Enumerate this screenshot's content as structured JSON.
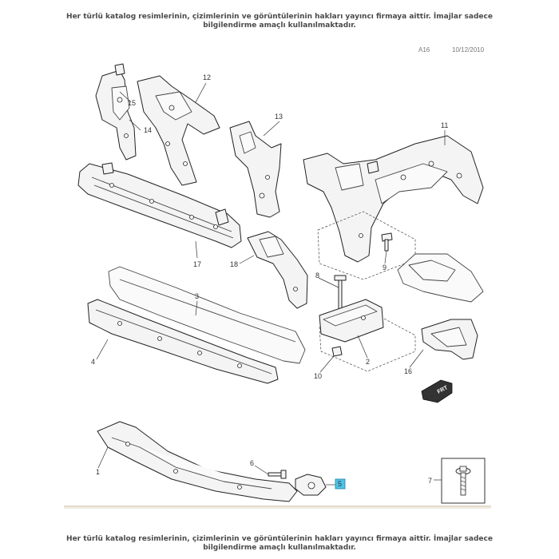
{
  "disclaimer": {
    "line1": "Her türlü katalog resimlerinin, çizimlerinin ve görüntülerinin hakları yayıncı firmaya aittir. İmajlar sadece",
    "line2": "bilgilendirme amaçlı kullanılmaktadır."
  },
  "header": {
    "ref": "A16",
    "date": "10/12/2010"
  },
  "callouts": {
    "c1": "1",
    "c2": "2",
    "c3": "3",
    "c4": "4",
    "c5": "5",
    "c6": "6",
    "c7": "7",
    "c8": "8",
    "c9": "9",
    "c10": "10",
    "c11": "11",
    "c12": "12",
    "c13": "13",
    "c14": "14",
    "c15": "15",
    "c16": "16",
    "c17": "17",
    "c18": "18"
  },
  "highlighted_callout": "5",
  "direction_label": "FRT",
  "colors": {
    "highlight": "#4fc3e8",
    "line": "#222222"
  }
}
